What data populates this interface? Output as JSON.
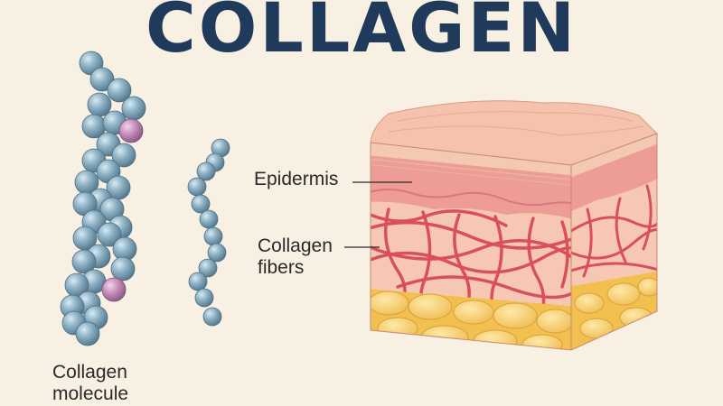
{
  "title": "COLLAGEN",
  "labels": {
    "epidermis": "Epidermis",
    "collagen_fibers": "Collagen fibers",
    "collagen_molecule": "Collagen molecule"
  },
  "colors": {
    "title": "#1f3a5a",
    "background": "#f8f1e3",
    "bead": "#8fb3c6",
    "bead_accent": "#c58dbb",
    "epidermis": "#f2b8a2",
    "dermis": "#f4c2ad",
    "fiber": "#d9505a",
    "fat": "#f0be55"
  }
}
